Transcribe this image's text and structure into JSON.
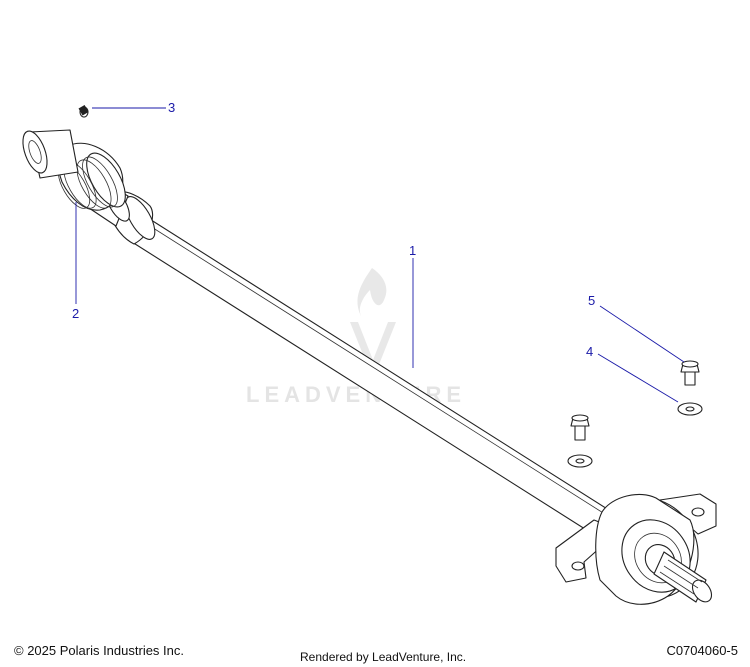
{
  "callouts": [
    {
      "number": "1"
    },
    {
      "number": "2"
    },
    {
      "number": "3"
    },
    {
      "number": "4"
    },
    {
      "number": "5"
    }
  ],
  "watermark": {
    "text": "LEADVENTURE"
  },
  "footer": {
    "copyright": "© 2025 Polaris Industries Inc.",
    "rendered_by": "Rendered by LeadVenture, Inc.",
    "figure_id": "C0704060-5"
  },
  "colors": {
    "callout": "#1a1aa8",
    "watermark": "#cfcfcf",
    "line": "#222222"
  }
}
